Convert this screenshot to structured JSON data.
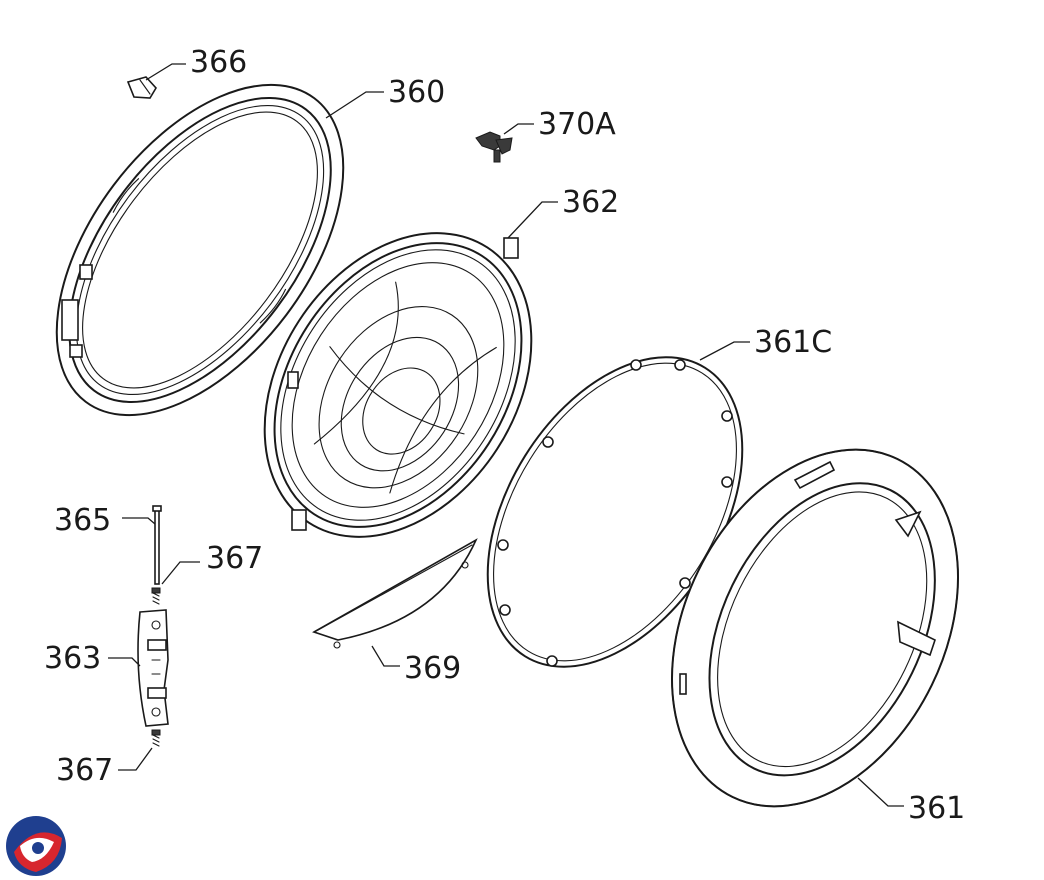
{
  "callouts": {
    "c366": "366",
    "c360": "360",
    "c370a": "370A",
    "c362": "362",
    "c361c": "361C",
    "c365": "365",
    "c367_top": "367",
    "c363": "363",
    "c369": "369",
    "c367_bottom": "367",
    "c361": "361"
  },
  "logo": {
    "name": "brand-logo",
    "colors": [
      "#1f3f8f",
      "#d7262e"
    ]
  }
}
